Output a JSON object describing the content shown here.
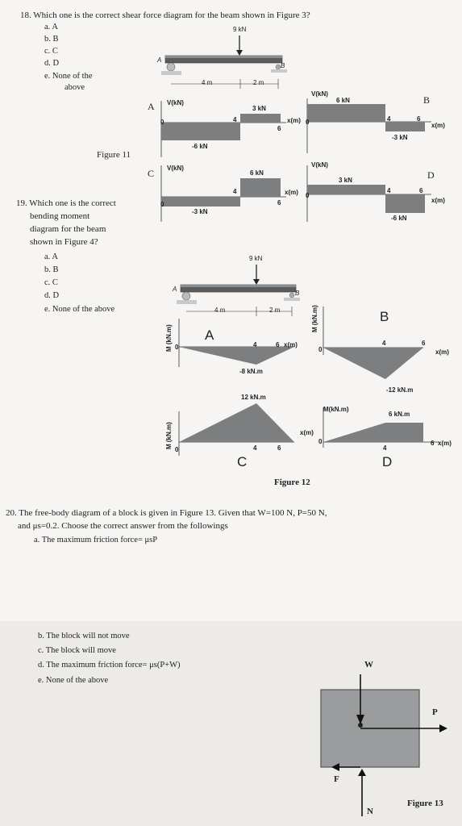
{
  "q18": {
    "title": "18. Which one is the correct shear force diagram for the beam shown in Figure 3?",
    "options": [
      "a.  A",
      "b.  B",
      "c.  C",
      "d.  D",
      "e.  None of the",
      "above"
    ]
  },
  "q19": {
    "lines": [
      "19. Which one is the correct",
      "bending moment",
      "diagram for the beam",
      "shown in Figure 4?"
    ],
    "options": [
      "a.  A",
      "b.  B",
      "c.  C",
      "d.  D",
      "e.  None of the above"
    ]
  },
  "q20": {
    "line1": "20. The free-body diagram of a block is given in Figure 13. Given that W=100 N, P=50 N,",
    "line2": "and μs=0.2. Choose the correct answer from the followings",
    "opt_a": "a.  The maximum friction force= μsP",
    "options": [
      "b.  The block will not move",
      "c.  The block will move",
      "d.  The maximum friction force= μs(P+W)",
      "e.  None of the above"
    ]
  },
  "beam": {
    "load": "9 kN",
    "support_a": "A",
    "support_b": "B",
    "dim1": "4 m",
    "dim2": "2 m"
  },
  "fig11": {
    "caption": "Figure 11",
    "A": {
      "letter": "A",
      "axis": "V(kN)",
      "origin": "0",
      "v_left": "-6 kN",
      "v_right": "3 kN",
      "x1": "4",
      "x2": "6",
      "xaxis": "x(m)"
    },
    "B": {
      "letter": "B",
      "axis": "V(kN)",
      "origin": "0",
      "v_left": "6 kN",
      "v_right": "-3 kN",
      "x1": "4",
      "x2": "6",
      "xaxis": "x(m)"
    },
    "C": {
      "letter": "C",
      "axis": "V(kN)",
      "origin": "0",
      "v_left": "-3 kN",
      "v_right": "6 kN",
      "x1": "4",
      "x2": "6",
      "xaxis": "x(m)"
    },
    "D": {
      "letter": "D",
      "axis": "V(kN)",
      "origin": "0",
      "v_left": "3 kN",
      "v_right": "-6 kN",
      "x1": "4",
      "x2": "6",
      "xaxis": "x(m)"
    }
  },
  "fig12": {
    "caption": "Figure 12",
    "A": {
      "letter": "A",
      "axis": "M (kN.m)",
      "origin": "0",
      "value": "-8 kN.m",
      "x1": "4",
      "x2": "6",
      "xaxis": "x(m)"
    },
    "B": {
      "letter": "B",
      "axis": "M (kN.m)",
      "origin": "0",
      "value": "-12 kN.m",
      "x1": "4",
      "x2": "6",
      "xaxis": "x(m)"
    },
    "C": {
      "letter": "C",
      "axis": "M (kN.m)",
      "origin": "0",
      "value": "12 kN.m",
      "x1": "4",
      "x2": "6",
      "xaxis": "x(m)"
    },
    "D": {
      "letter": "D",
      "axis": "M(kN.m)",
      "origin": "0",
      "value": "6 kN.m",
      "x1": "4",
      "x2": "6",
      "xaxis": "x(m)"
    }
  },
  "fig13": {
    "caption": "Figure 13",
    "W": "W",
    "P": "P",
    "F": "F",
    "N": "N"
  }
}
